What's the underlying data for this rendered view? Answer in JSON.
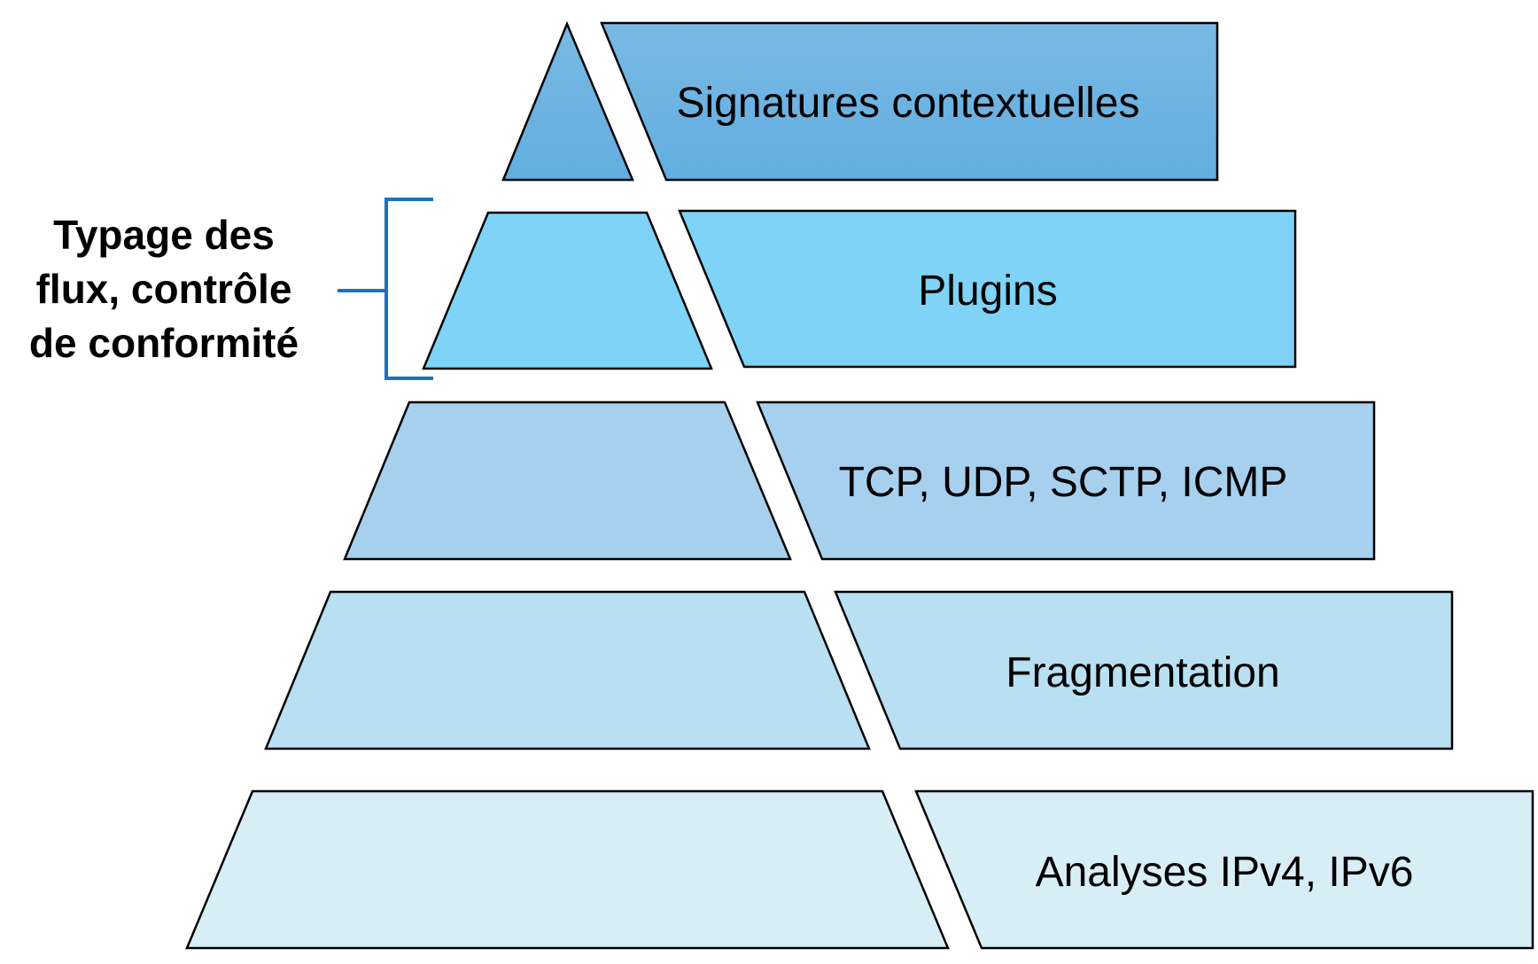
{
  "diagram": {
    "type": "layered-pyramid",
    "layers": [
      {
        "id": "signatures",
        "label": "Signatures contextuelles",
        "color": "#76b8e3"
      },
      {
        "id": "plugins",
        "label": "Plugins",
        "color": "#7fd3f6"
      },
      {
        "id": "transport",
        "label": "TCP, UDP, SCTP, ICMP",
        "color": "#a6d0ee"
      },
      {
        "id": "fragmentation",
        "label": "Fragmentation",
        "color": "#b8e0f2"
      },
      {
        "id": "ip",
        "label": "Analyses IPv4, IPv6",
        "color": "#d8eef7"
      }
    ],
    "bracket": {
      "lines": [
        "Typage des",
        "flux, contrôle",
        "de conformité"
      ],
      "color": "#1a73c0",
      "spans_layer": "plugins"
    }
  }
}
